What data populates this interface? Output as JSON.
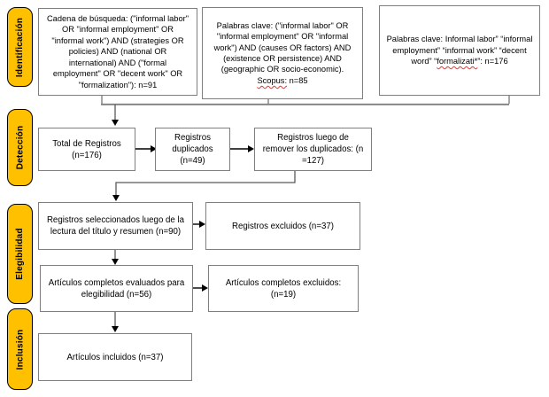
{
  "diagram": {
    "stages": [
      {
        "label": "Identificación"
      },
      {
        "label": "Detección"
      },
      {
        "label": "Elegibilidad"
      },
      {
        "label": "Inclusión"
      }
    ],
    "identification": {
      "search1": {
        "pre": "Cadena de búsqueda: (\"informal labor\" OR \"informal employment\" OR \"informal work\") AND (strategies OR policies) AND (national OR international) AND (\"formal employment\" OR \"decent work\" OR \"formalization\"): n=91",
        "wavy": "",
        "post": ""
      },
      "search2": {
        "pre": "Palabras clave: (\"informal labor\" OR \"informal employment\" OR \"informal work\") AND (causes OR factors) AND (existence OR persistence) AND (geographic OR socio-economic). ",
        "wavy": "Scopus:",
        "post": " n=85"
      },
      "search3": {
        "pre": "Palabras clave: Informal labor” “informal employment” “informal work” “decent word” “",
        "wavy": "formalizati*",
        "post": "”: n=176"
      }
    },
    "detection": {
      "total": "Total de Registros (n=176)",
      "duplicates": "Registros duplicados (n=49)",
      "after_duplicates": "Registros luego de remover los duplicados: (n =127)"
    },
    "eligibility": {
      "title_abstract": "Registros seleccionados luego de la lectura del título y resumen (n=90)",
      "excluded_records": "Registros excluidos (n=37)",
      "fulltext_assessed": "Artículos completos evaluados para elegibilidad (n=56)",
      "fulltext_excluded": "Artículos completos excluidos: (n=19)"
    },
    "included": {
      "included_articles": "Artículos incluidos (n=37)"
    },
    "colors": {
      "stage_fill": "#FFC000",
      "stage_border": "#000000",
      "box_border": "#7F7F7F",
      "connector_gray": "#7F7F7F",
      "connector_dark": "#595959",
      "arrow_black": "#000000",
      "spellcheck_underline": "#FF2A2A",
      "text": "#000000",
      "background": "#FFFFFF"
    }
  }
}
